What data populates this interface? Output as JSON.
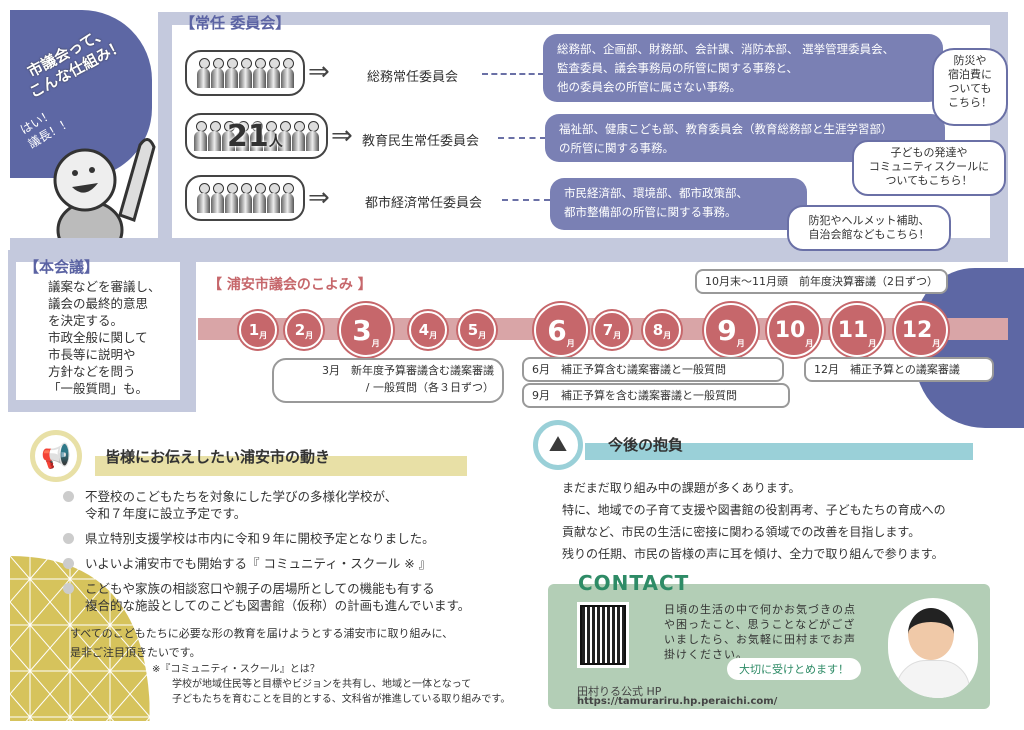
{
  "intro": {
    "bubble_title_1": "市議会って、",
    "bubble_title_2": "こんな仕組み！",
    "reply_1": "はい！",
    "reply_2": "議長！！"
  },
  "standing": {
    "title": "【常任 委員会】",
    "member_count": "21",
    "member_unit": "人",
    "committees": [
      {
        "name": "総務常任委員会",
        "duties": [
          "総務部、企画部、財務部、会計課、消防本部、 選挙管理委員会、",
          "監査委員、議会事務局の所管に関する事務と、",
          "他の委員会の所管に属さない事務。"
        ],
        "note": [
          "防災や",
          "宿泊費に",
          "ついても",
          "こちら！"
        ]
      },
      {
        "name": "教育民生常任委員会",
        "duties": [
          "福祉部、健康こども部、教育委員会（教育総務部と生涯学習部）",
          "の所管に関する事務。"
        ],
        "note": [
          "子どもの発達や",
          "コミュニティスクールに",
          "ついてもこちら！"
        ]
      },
      {
        "name": "都市経済常任委員会",
        "duties": [
          "市民経済部、環境部、都市政策部、",
          "都市整備部の所管に関する事務。"
        ],
        "note": [
          "防犯やヘルメット補助、",
          "自治会館などもこちら！"
        ]
      }
    ]
  },
  "plenary": {
    "title": "【本会議】",
    "lines": [
      "議案などを審議し、",
      "議会の最終的意思",
      "を決定する。",
      "市政全般に関して",
      "市長等に説明や",
      "方針などを問う",
      "「一般質問」も。"
    ]
  },
  "calendar": {
    "title": "【 浦安市議会のこよみ 】",
    "month_suffix": "月",
    "months": [
      "1",
      "2",
      "3",
      "4",
      "5",
      "6",
      "7",
      "8",
      "9",
      "10",
      "11",
      "12"
    ],
    "notes": {
      "oct_nov": "10月末～11月頭　前年度決算審議（2日ずつ）",
      "mar_1": "3月　新年度予算審議含む議案審議",
      "mar_2": "/ 一般質問（各３日ずつ）",
      "jun": "6月　補正予算含む議案審議と一般質問",
      "sep": "9月　補正予算を含む議案審議と一般質問",
      "dec": "12月　補正予算との議案審議"
    }
  },
  "news": {
    "title": "皆様にお伝えしたい浦安市の動き",
    "bullets": [
      [
        "不登校のこどもたちを対象にした学びの多様化学校が、",
        "令和７年度に設立予定です。"
      ],
      [
        "県立特別支援学校は市内に令和９年に開校予定となりました。"
      ],
      [
        "いよいよ浦安市でも開始する『 コミュニティ・スクール ※ 』"
      ],
      [
        "こどもや家族の相談窓口や親子の居場所としての機能も有する",
        "複合的な施設としてのこども図書館（仮称）の計画も進んでいます。"
      ]
    ],
    "closing": [
      "すべてのこどもたちに必要な形の教育を届けようとする浦安市に取り組みに、",
      "是非ご注目頂きたいです。"
    ],
    "footnote": [
      "※『コミュニティ・スクール』とは？",
      "学校が地域住民等と目標やビジョンを共有し、地域と一体となって",
      "子どもたちを育むことを目的とする、文科省が推進している取り組みです。"
    ]
  },
  "future": {
    "title": "今後の抱負",
    "lines": [
      "まだまだ取り組み中の課題が多くあります。",
      "特に、地域での子育て支援や図書館の役割再考、子どもたちの育成への",
      "貢献など、市民の生活に密接に関わる領域での改善を目指します。",
      "残りの任期、市民の皆様の声に耳を傾け、全力で取り組んで参ります。"
    ]
  },
  "contact": {
    "title": "CONTACT",
    "message": "日頃の生活の中で何かお気づきの点や困ったこと、思うことなどがございましたら、お気軽に田村までお声掛けください。",
    "speech": "大切に受けとめます！",
    "hp_label": "田村りる公式 HP",
    "url": "https://tamurariru.hp.peraichi.com/"
  },
  "colors": {
    "navy": "#5d67a4",
    "purple_box": "#7a80b4",
    "calendar_red": "#c6676b",
    "yellow": "#e8e0a6",
    "teal": "#9ad0d8",
    "contact_green": "#b3ceb6"
  }
}
